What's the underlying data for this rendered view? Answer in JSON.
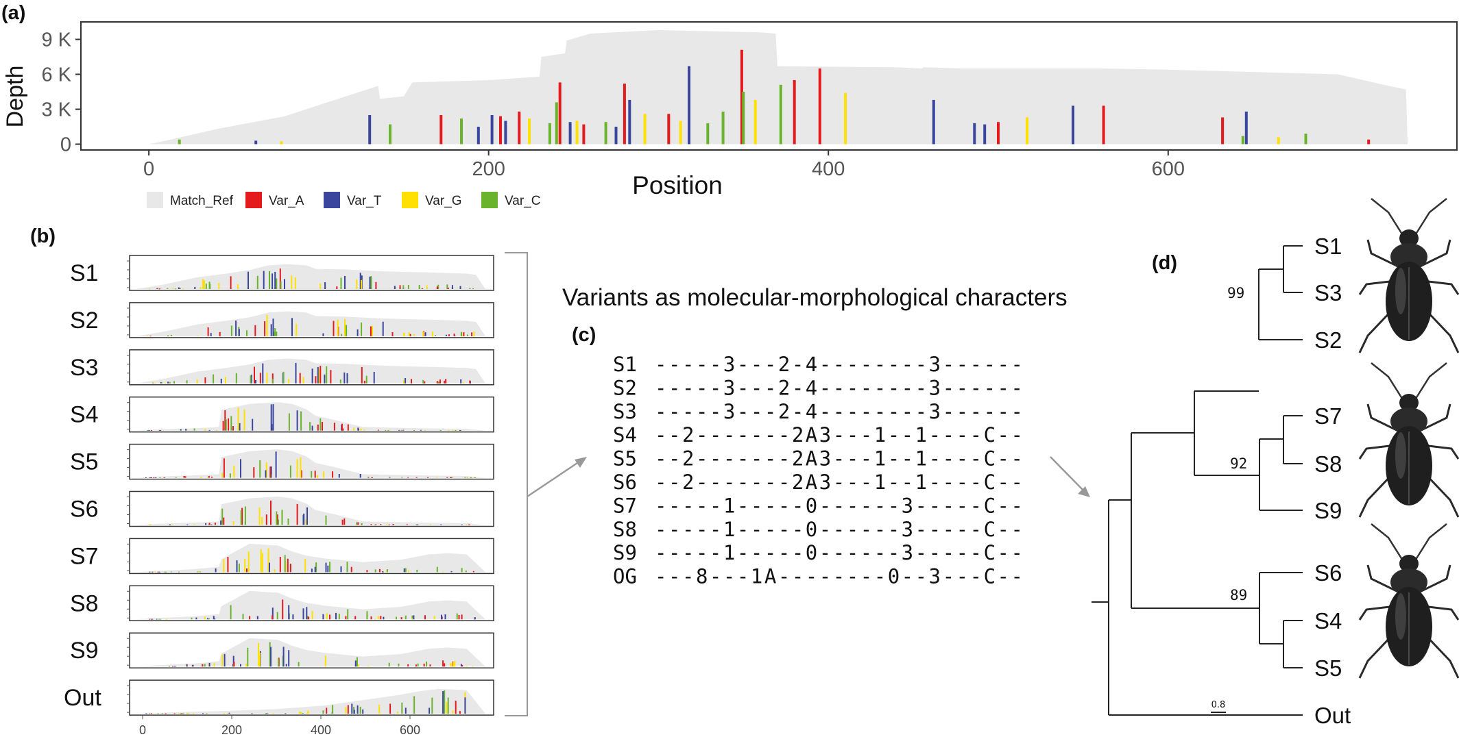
{
  "panels": {
    "a": {
      "label": "(a)",
      "chart_data": {
        "type": "bar",
        "stacked_overlay": true,
        "xlabel": "Position",
        "ylabel": "Depth",
        "xlim": [
          -40,
          770
        ],
        "ylim": [
          -500,
          10500
        ],
        "xticks": [
          0,
          200,
          400,
          600
        ],
        "xtick_labels": [
          "0",
          "200",
          "400",
          "600"
        ],
        "yticks": [
          0,
          3000,
          6000,
          9000
        ],
        "ytick_labels": [
          "0",
          "3 K",
          "6 K",
          "9 K"
        ],
        "legend_position": "bottom-left",
        "legend": [
          {
            "name": "Match_Ref",
            "color": "#e8e8e8"
          },
          {
            "name": "Var_A",
            "color": "#e41a1c"
          },
          {
            "name": "Var_T",
            "color": "#3a469e"
          },
          {
            "name": "Var_G",
            "color": "#ffe000"
          },
          {
            "name": "Var_C",
            "color": "#6ab42d"
          }
        ],
        "coverage_profile": {
          "series": "Match_Ref",
          "x": [
            0,
            10,
            40,
            80,
            120,
            135,
            136,
            150,
            155,
            200,
            230,
            231,
            245,
            246,
            260,
            300,
            360,
            369,
            370,
            440,
            455,
            456,
            480,
            560,
            600,
            700,
            730,
            740,
            741
          ],
          "y": [
            0,
            300,
            1300,
            2400,
            4300,
            5000,
            3900,
            4100,
            5300,
            5500,
            5800,
            7500,
            7800,
            8900,
            9500,
            9800,
            9600,
            9500,
            6700,
            6600,
            6500,
            6600,
            6500,
            6500,
            6400,
            6000,
            5000,
            4700,
            0
          ]
        },
        "variants": [
          {
            "type": "Var_C",
            "position": 18,
            "value": 400
          },
          {
            "type": "Var_T",
            "position": 63,
            "value": 300
          },
          {
            "type": "Var_G",
            "position": 78,
            "value": 250
          },
          {
            "type": "Var_T",
            "position": 130,
            "value": 2500
          },
          {
            "type": "Var_C",
            "position": 142,
            "value": 1700
          },
          {
            "type": "Var_A",
            "position": 172,
            "value": 2500
          },
          {
            "type": "Var_C",
            "position": 184,
            "value": 2200
          },
          {
            "type": "Var_T",
            "position": 194,
            "value": 1500
          },
          {
            "type": "Var_T",
            "position": 202,
            "value": 2500
          },
          {
            "type": "Var_A",
            "position": 207,
            "value": 2400
          },
          {
            "type": "Var_T",
            "position": 210,
            "value": 2000
          },
          {
            "type": "Var_A",
            "position": 218,
            "value": 2800
          },
          {
            "type": "Var_G",
            "position": 224,
            "value": 2200
          },
          {
            "type": "Var_C",
            "position": 236,
            "value": 1800
          },
          {
            "type": "Var_C",
            "position": 240,
            "value": 3600
          },
          {
            "type": "Var_A",
            "position": 242,
            "value": 5300
          },
          {
            "type": "Var_T",
            "position": 248,
            "value": 1900
          },
          {
            "type": "Var_G",
            "position": 252,
            "value": 2000
          },
          {
            "type": "Var_A",
            "position": 256,
            "value": 1700
          },
          {
            "type": "Var_C",
            "position": 269,
            "value": 1900
          },
          {
            "type": "Var_T",
            "position": 275,
            "value": 1500
          },
          {
            "type": "Var_A",
            "position": 280,
            "value": 5200
          },
          {
            "type": "Var_T",
            "position": 283,
            "value": 3800
          },
          {
            "type": "Var_G",
            "position": 292,
            "value": 2600
          },
          {
            "type": "Var_A",
            "position": 306,
            "value": 2600
          },
          {
            "type": "Var_G",
            "position": 313,
            "value": 2000
          },
          {
            "type": "Var_T",
            "position": 318,
            "value": 6700
          },
          {
            "type": "Var_C",
            "position": 329,
            "value": 1800
          },
          {
            "type": "Var_C",
            "position": 338,
            "value": 2800
          },
          {
            "type": "Var_A",
            "position": 349,
            "value": 8100
          },
          {
            "type": "Var_C",
            "position": 350,
            "value": 4500
          },
          {
            "type": "Var_G",
            "position": 357,
            "value": 3800
          },
          {
            "type": "Var_C",
            "position": 372,
            "value": 5100
          },
          {
            "type": "Var_A",
            "position": 380,
            "value": 5500
          },
          {
            "type": "Var_A",
            "position": 395,
            "value": 6500
          },
          {
            "type": "Var_G",
            "position": 410,
            "value": 4400
          },
          {
            "type": "Var_T",
            "position": 462,
            "value": 3800
          },
          {
            "type": "Var_T",
            "position": 486,
            "value": 1800
          },
          {
            "type": "Var_T",
            "position": 492,
            "value": 1700
          },
          {
            "type": "Var_A",
            "position": 500,
            "value": 1900
          },
          {
            "type": "Var_G",
            "position": 517,
            "value": 2300
          },
          {
            "type": "Var_T",
            "position": 544,
            "value": 3300
          },
          {
            "type": "Var_A",
            "position": 562,
            "value": 3300
          },
          {
            "type": "Var_A",
            "position": 632,
            "value": 2300
          },
          {
            "type": "Var_T",
            "position": 646,
            "value": 2800
          },
          {
            "type": "Var_C",
            "position": 644,
            "value": 700
          },
          {
            "type": "Var_G",
            "position": 665,
            "value": 600
          },
          {
            "type": "Var_C",
            "position": 681,
            "value": 900
          },
          {
            "type": "Var_A",
            "position": 718,
            "value": 400
          }
        ]
      }
    },
    "b": {
      "label": "(b)",
      "samples": [
        "S1",
        "S2",
        "S3",
        "S4",
        "S5",
        "S6",
        "S7",
        "S8",
        "S9",
        "Out"
      ],
      "xtick_labels": [
        "0",
        "200",
        "400",
        "600"
      ]
    },
    "c": {
      "label": "(c)",
      "heading": "Variants as molecular-morphological characters",
      "rows": [
        {
          "name": "S1",
          "seq": "-----3---2-4--------3------"
        },
        {
          "name": "S2",
          "seq": "-----3---2-4--------3------"
        },
        {
          "name": "S3",
          "seq": "-----3---2-4--------3------"
        },
        {
          "name": "S4",
          "seq": "--2-------2A3---1--1----C--"
        },
        {
          "name": "S5",
          "seq": "--2-------2A3---1--1----C--"
        },
        {
          "name": "S6",
          "seq": "--2-------2A3---1--1----C--"
        },
        {
          "name": "S7",
          "seq": "-----1-----0------3-----C--"
        },
        {
          "name": "S8",
          "seq": "-----1-----0------3-----C--"
        },
        {
          "name": "S9",
          "seq": "-----1-----0------3-----C--"
        },
        {
          "name": "OG",
          "seq": "---8---1A--------0--3---C--"
        }
      ]
    },
    "d": {
      "label": "(d)",
      "taxa": [
        "S1",
        "S3",
        "S2",
        "S7",
        "S8",
        "S9",
        "S6",
        "S4",
        "S5",
        "Out"
      ],
      "support": [
        "99",
        "92",
        "89"
      ],
      "scale_bar": "0.8",
      "beetle_images": [
        "beetle-photo-1",
        "beetle-photo-2",
        "beetle-photo-3"
      ]
    }
  }
}
